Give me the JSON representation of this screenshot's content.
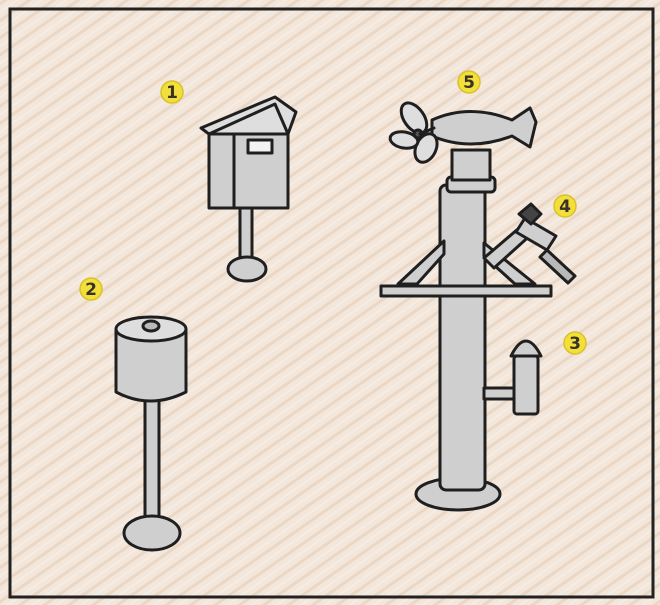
{
  "drawing": {
    "markers": {
      "m1": "1",
      "m2": "2",
      "m3": "3",
      "m4": "4",
      "m5": "5"
    }
  },
  "colors": {
    "paper": "#f3e7dc",
    "ink": "#1f1f1f",
    "instrument_fill": "#cfcfcf",
    "marker_fill": "#f2df3a"
  }
}
